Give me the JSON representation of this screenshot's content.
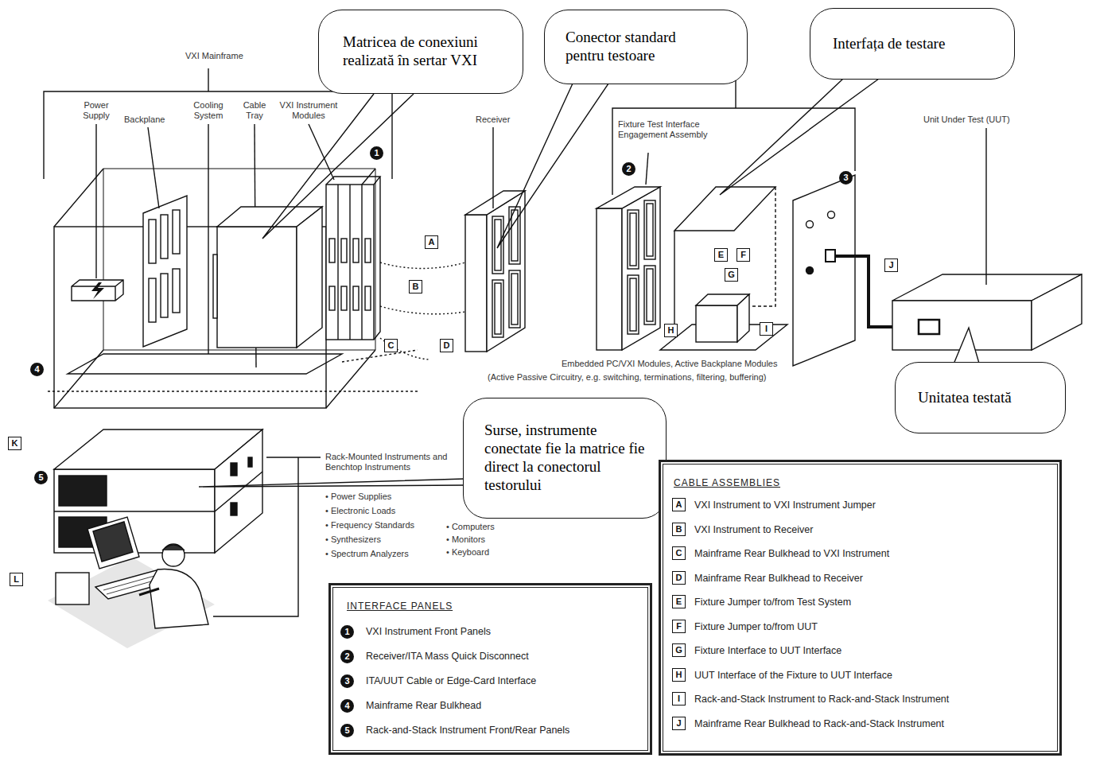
{
  "diagram": {
    "nodes": [
      {
        "text": [
          "Matricea de conexiuni realizată în sertar VXI"
        ]
      },
      {
        "text": [
          "Conector standard pentru testoare"
        ]
      },
      {
        "text": [
          "Interfața de testare"
        ]
      },
      {
        "text": [
          "Unitatea testată"
        ]
      },
      {
        "text": [
          "Surse, instrumente conectate fie la matrice fie direct la conectorul testorului"
        ]
      },
      {
        "text": [
          "CABLE ASSEMBLIES",
          "VXI Instrument to VXI Instrument Jumper",
          "VXI Instrument to Receiver",
          "Mainframe Rear Bulkhead to VXI Instrument",
          "Mainframe Rear Bulkhead to Receiver",
          "Fixture Jumper to/from Test System",
          "Fixture Jumper to/from UUT",
          "Fixture Interface to UUT Interface",
          "UUT Interface of the Fixture to UUT Interface",
          "Rack-and-Stack Instrument to Rack-and-Stack Instrument",
          "Mainframe Rear Bulkhead to Rack-and-Stack Instrument"
        ]
      },
      {
        "text": [
          "INTERFACE PANELS",
          "VXI Instrument Front Panels",
          "Receiver/ITA Mass Quick Disconnect",
          "ITA/UUT Cable or Edge-Card Interface",
          "Mainframe Rear Bulkhead",
          "Rack-and-Stack Instrument Front/Rear Panels"
        ]
      }
    ],
    "labels": [
      "VXI Mainframe",
      "Power Supply",
      "Backplane",
      "Cooling System",
      "Cable Tray",
      "VXI Instrument Modules",
      "Receiver",
      "Fixture Test Interface Engagement Assembly",
      "Unit Under Test (UUT)",
      "1",
      "2",
      "3",
      "4",
      "A",
      "B",
      "C",
      "D",
      "E",
      "F",
      "G",
      "H",
      "I",
      "J",
      "Embedded PC/VXI Modules, Active Backplane Modules",
      "(Active Passive Circuitry, e.g. switching, terminations, filtering, buffering)",
      "K",
      "5",
      "Rack-Mounted Instruments and Benchtop Instruments",
      "• Power Supplies",
      "• Electronic Loads",
      "• Frequency Standards",
      "• Synthesizers",
      "• Spectrum Analyzers",
      "• Computers",
      "• Monitors",
      "• Keyboard",
      "L",
      "1",
      "2",
      "3",
      "4",
      "5",
      "A",
      "B",
      "C",
      "D",
      "E",
      "F",
      "G",
      "H",
      "I",
      "J"
    ]
  }
}
